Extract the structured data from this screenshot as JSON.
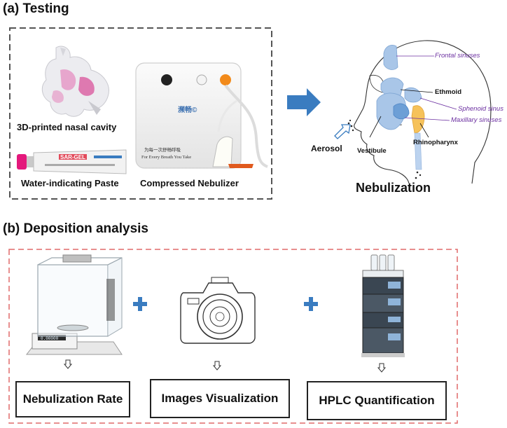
{
  "section_a": {
    "title": "(a) Testing",
    "items": {
      "nasal_cavity": "3D-printed  nasal cavity",
      "paste": "Water-indicating Paste",
      "nebulizer": "Compressed Nebulizer"
    },
    "tube_brand": "SAR-GEL",
    "nebulizer_text": {
      "brand": "濒畅©",
      "slogan_cn": "为每一次舒畅呼吸",
      "slogan_en": "For Every Breath You Take"
    }
  },
  "nebulization": {
    "title": "Nebulization",
    "labels": {
      "frontal": "Frontal sinuses",
      "ethmoid": "Ethmoid",
      "sphenoid": "Sphenoid sinus",
      "maxillary": "Maxillary sinuses",
      "rhinopharynx": "Rhinopharynx",
      "vestibule": "Vestibule",
      "aerosol": "Aerosol"
    }
  },
  "section_b": {
    "title": "(b) Deposition analysis",
    "balance_display": "0.00000",
    "boxes": {
      "rate": "Nebulization Rate",
      "images": "Images Visualization",
      "hplc": "HPLC Quantification"
    }
  },
  "colors": {
    "arrow_blue": "#3a7cc0",
    "plus_blue": "#3a7cc0",
    "dash_gray": "#555555",
    "dash_red": "#e06a6a",
    "sinus_blue": "#a9c6e8",
    "sinus_dark": "#6d9fd6",
    "rhinopharynx_orange": "#f6c25a",
    "label_purple": "#6b2fa0"
  },
  "icons": [
    "plus-icon",
    "down-arrow-icon",
    "camera-icon",
    "balance-icon",
    "hplc-icon"
  ]
}
